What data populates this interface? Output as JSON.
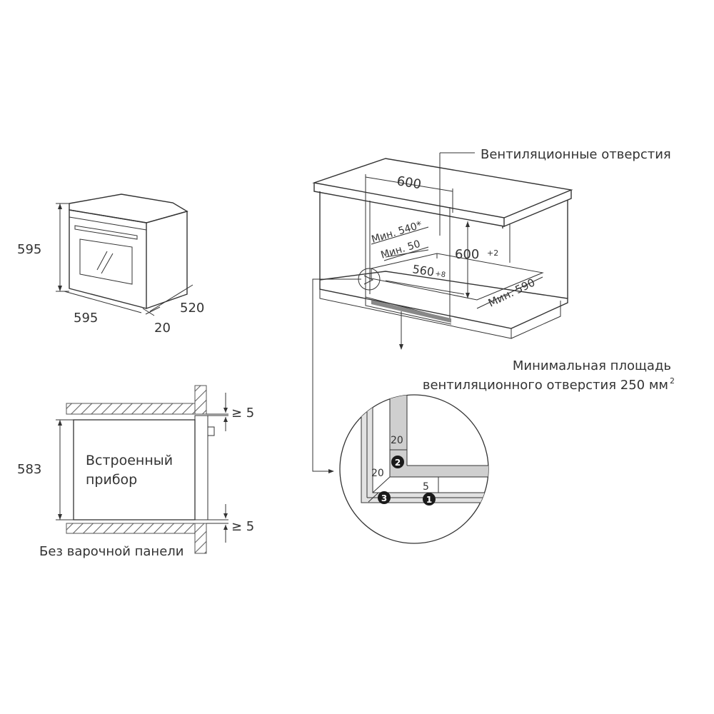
{
  "oven_view": {
    "height_label": "595",
    "width_label": "595",
    "depth_label": "520",
    "door_label": "20"
  },
  "cabinet_view": {
    "vent_label": "Вентиляционные отверстия",
    "width_600": "600",
    "min_540": "Мин. 540*",
    "min_50": "Мин. 50",
    "height_600": "600",
    "height_600_tol": "+2",
    "width_560": "560",
    "width_560_tol": "+8",
    "min_590": "Мин. 590",
    "min_area_line1": "Минимальная площадь",
    "min_area_line2": "вентиляционного отверстия 250 мм",
    "min_area_sup": "2"
  },
  "side_view": {
    "height_label": "583",
    "device_line1": "Встроенный",
    "device_line2": "прибор",
    "gap_top": "≥ 5",
    "gap_bottom": "≥ 5",
    "caption": "Без варочной панели"
  },
  "detail_view": {
    "dim_top": "20",
    "dim_left": "20",
    "dim_gap": "5",
    "marker_1": "1",
    "marker_2": "2",
    "marker_3": "3"
  }
}
